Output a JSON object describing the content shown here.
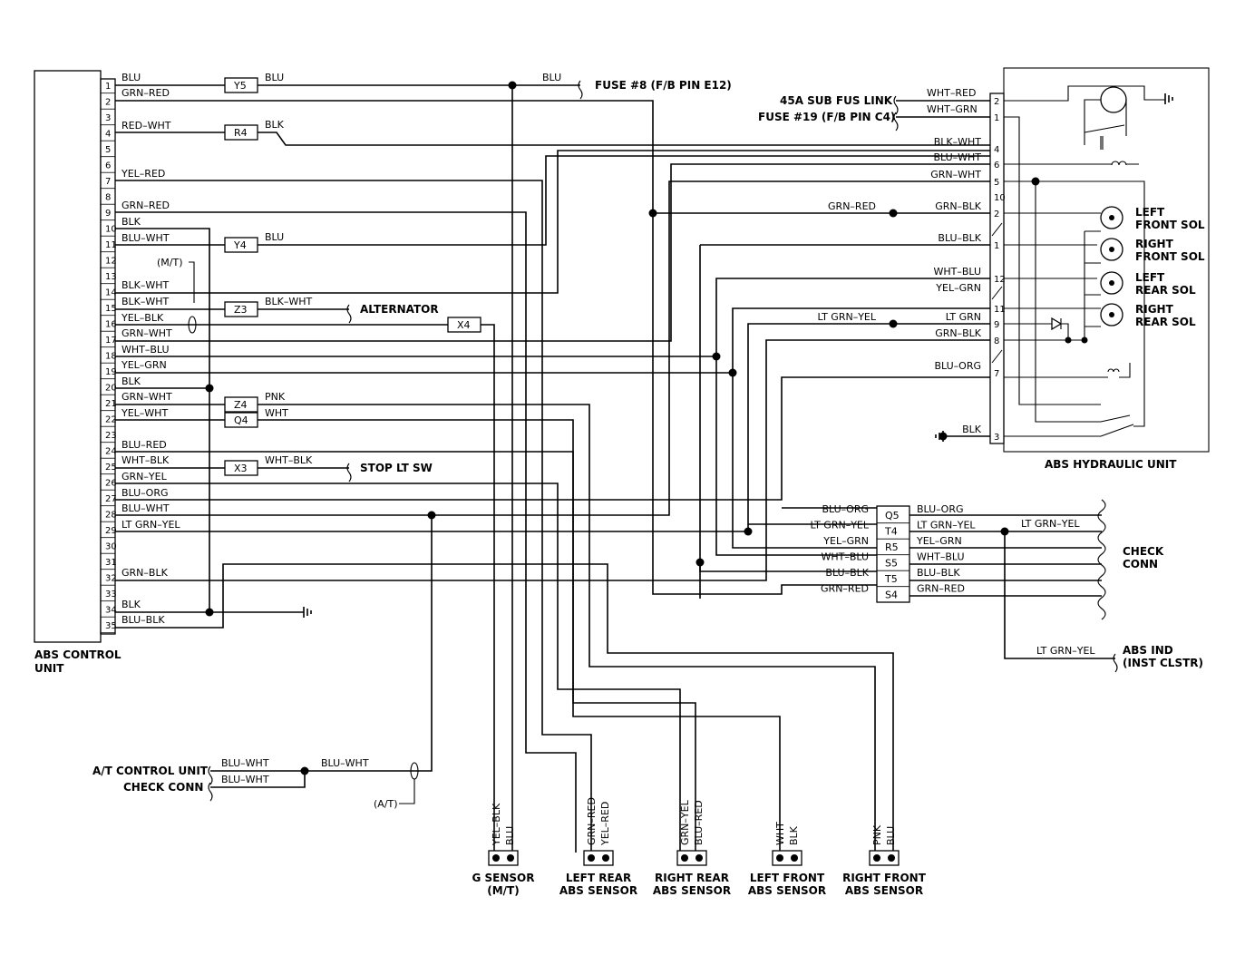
{
  "ecu": {
    "title": "ABS CONTROL",
    "title2": "UNIT",
    "pins": [
      "1",
      "2",
      "3",
      "4",
      "5",
      "6",
      "7",
      "8",
      "9",
      "10",
      "11",
      "12",
      "13",
      "14",
      "15",
      "16",
      "17",
      "18",
      "19",
      "20",
      "21",
      "22",
      "23",
      "24",
      "25",
      "26",
      "27",
      "28",
      "29",
      "30",
      "31",
      "32",
      "33",
      "34",
      "35"
    ],
    "wire_labels": [
      {
        "pin": "1",
        "text": "BLU"
      },
      {
        "pin": "2",
        "text": "GRN–RED"
      },
      {
        "pin": "4",
        "text": "RED–WHT"
      },
      {
        "pin": "7",
        "text": "YEL–RED"
      },
      {
        "pin": "9",
        "text": "GRN–RED"
      },
      {
        "pin": "10",
        "text": "BLK"
      },
      {
        "pin": "11",
        "text": "BLU–WHT"
      },
      {
        "pin": "14",
        "text": "BLK–WHT"
      },
      {
        "pin": "15",
        "text": "BLK–WHT"
      },
      {
        "pin": "16",
        "text": "YEL–BLK"
      },
      {
        "pin": "17",
        "text": "GRN–WHT"
      },
      {
        "pin": "18",
        "text": "WHT–BLU"
      },
      {
        "pin": "19",
        "text": "YEL–GRN"
      },
      {
        "pin": "20",
        "text": "BLK"
      },
      {
        "pin": "21",
        "text": "GRN–WHT"
      },
      {
        "pin": "22",
        "text": "YEL–WHT"
      },
      {
        "pin": "24",
        "text": "BLU–RED"
      },
      {
        "pin": "25",
        "text": "WHT–BLK"
      },
      {
        "pin": "26",
        "text": "GRN–YEL"
      },
      {
        "pin": "27",
        "text": "BLU–ORG"
      },
      {
        "pin": "28",
        "text": "BLU–WHT"
      },
      {
        "pin": "29",
        "text": "LT GRN–YEL"
      },
      {
        "pin": "32",
        "text": "GRN–BLK"
      },
      {
        "pin": "34",
        "text": "BLK"
      },
      {
        "pin": "35",
        "text": "BLU–BLK"
      }
    ],
    "mt_note": "(M/T)"
  },
  "connectors": [
    {
      "id": "Y5",
      "out_wire": "BLU"
    },
    {
      "id": "R4",
      "out_wire": "BLK"
    },
    {
      "id": "Y4",
      "out_wire": "BLU"
    },
    {
      "id": "Z3",
      "out_wire": "BLK–WHT",
      "dest": "ALTERNATOR"
    },
    {
      "id": "X4",
      "out_wire": ""
    },
    {
      "id": "Z4",
      "out_wire": "PNK"
    },
    {
      "id": "Q4",
      "out_wire": "WHT"
    },
    {
      "id": "X3",
      "out_wire": "WHT–BLK",
      "dest": "STOP LT SW"
    }
  ],
  "top": {
    "blu_label": "BLU",
    "fuse8": "FUSE #8 (F/B PIN E12)"
  },
  "hydraulic": {
    "title": "ABS HYDRAULIC UNIT",
    "feeds": [
      {
        "label": "45A SUB FUS LINK",
        "wire": "WHT–RED",
        "pin": "2"
      },
      {
        "label": "FUSE #19 (F/B PIN C4)",
        "wire": "WHT–GRN",
        "pin": "1"
      }
    ],
    "pins": [
      {
        "pin": "4",
        "wire": "BLK–WHT"
      },
      {
        "pin": "6",
        "wire": "BLU–WHT"
      },
      {
        "pin": "5",
        "wire": "GRN–WHT"
      },
      {
        "pin": "10",
        "wire": ""
      },
      {
        "pin": "2",
        "wire": "GRN–BLK",
        "ext": "GRN–RED"
      },
      {
        "pin": "1",
        "wire": "BLU–BLK"
      },
      {
        "pin": "12",
        "wire": "WHT–BLU"
      },
      {
        "pin": "",
        "wire": "YEL–GRN"
      },
      {
        "pin": "11",
        "wire": ""
      },
      {
        "pin": "9",
        "wire": "LT GRN",
        "ext": "LT GRN–YEL"
      },
      {
        "pin": "8",
        "wire": "GRN–BLK"
      },
      {
        "pin": "7",
        "wire": "BLU–ORG"
      },
      {
        "pin": "3",
        "wire": "BLK"
      }
    ],
    "solenoids": [
      {
        "l1": "LEFT",
        "l2": "FRONT SOL"
      },
      {
        "l1": "RIGHT",
        "l2": "FRONT SOL"
      },
      {
        "l1": "LEFT",
        "l2": "REAR SOL"
      },
      {
        "l1": "RIGHT",
        "l2": "REAR SOL"
      }
    ]
  },
  "check_conn": {
    "title1": "CHECK",
    "title2": "CONN",
    "rows": [
      {
        "left": "BLU–ORG",
        "pin": "Q5",
        "right": "BLU–ORG"
      },
      {
        "left": "LT GRN–YEL",
        "pin": "T4",
        "right": "LT GRN–YEL",
        "far": "LT GRN–YEL"
      },
      {
        "left": "YEL–GRN",
        "pin": "R5",
        "right": "YEL–GRN"
      },
      {
        "left": "WHT–BLU",
        "pin": "S5",
        "right": "WHT–BLU"
      },
      {
        "left": "BLU–BLK",
        "pin": "T5",
        "right": "BLU–BLK"
      },
      {
        "left": "GRN–RED",
        "pin": "S4",
        "right": "GRN–RED"
      }
    ]
  },
  "abs_ind": {
    "wire": "LT GRN–YEL",
    "l1": "ABS IND",
    "l2": "(INST CLSTR)"
  },
  "at_section": {
    "l1": "A/T CONTROL UNIT",
    "l2": "CHECK CONN",
    "wire1": "BLU–WHT",
    "wire2": "BLU–WHT",
    "wire3": "BLU–WHT",
    "note": "(A/T)"
  },
  "sensors": [
    {
      "w1": "YEL–BLK",
      "w2": "BLU",
      "l1": "G SENSOR",
      "l2": "(M/T)"
    },
    {
      "w1": "GRN–RED",
      "w2": "YEL–RED",
      "l1": "LEFT REAR",
      "l2": "ABS SENSOR"
    },
    {
      "w1": "GRN–YEL",
      "w2": "BLU–RED",
      "l1": "RIGHT REAR",
      "l2": "ABS SENSOR"
    },
    {
      "w1": "WHT",
      "w2": "BLK",
      "l1": "LEFT FRONT",
      "l2": "ABS SENSOR"
    },
    {
      "w1": "PNK",
      "w2": "BLU",
      "l1": "RIGHT FRONT",
      "l2": "ABS SENSOR"
    }
  ]
}
